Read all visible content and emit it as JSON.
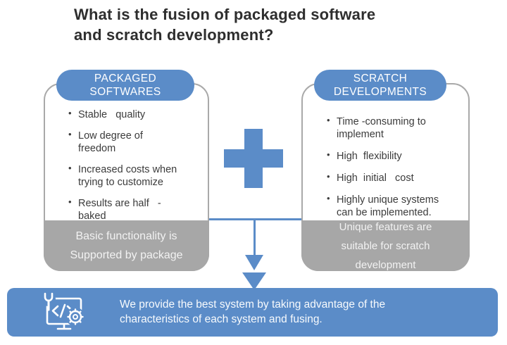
{
  "title": "What is the fusion of packaged software\nand scratch development?",
  "colors": {
    "accent_blue": "#5b8cc8",
    "panel_border_gray": "#a9a9a9",
    "footer_gray": "#a7a7a7",
    "title_text": "#2e2e2e",
    "body_text": "#3b3b3b",
    "white": "#ffffff"
  },
  "left_box": {
    "header": "PACKAGED\nSOFTWARES",
    "bullets": [
      "Stable   quality",
      "Low degree of\nfreedom",
      "Increased costs when\ntrying to customize",
      "Results are half   -\nbaked"
    ],
    "footer": "Basic functionality is\nSupported by package"
  },
  "right_box": {
    "header": "SCRATCH\nDEVELOPMENTS",
    "bullets": [
      "Time -consuming to\nimplement",
      "High  flexibility",
      "High  initial   cost",
      "Highly unique systems\ncan be implemented."
    ],
    "footer": "Unique features are\nsuitable for scratch\ndevelopment"
  },
  "icons": {
    "plus": "plus-icon",
    "arrow_down_small": "arrow-down-icon",
    "arrow_down_large": "arrow-down-icon-large",
    "banner_icon": "monitor-code-gear-icon"
  },
  "banner": {
    "text": "We provide the best system by taking advantage of the\ncharacteristics of each system and fusing."
  },
  "bullet_marker": "•"
}
